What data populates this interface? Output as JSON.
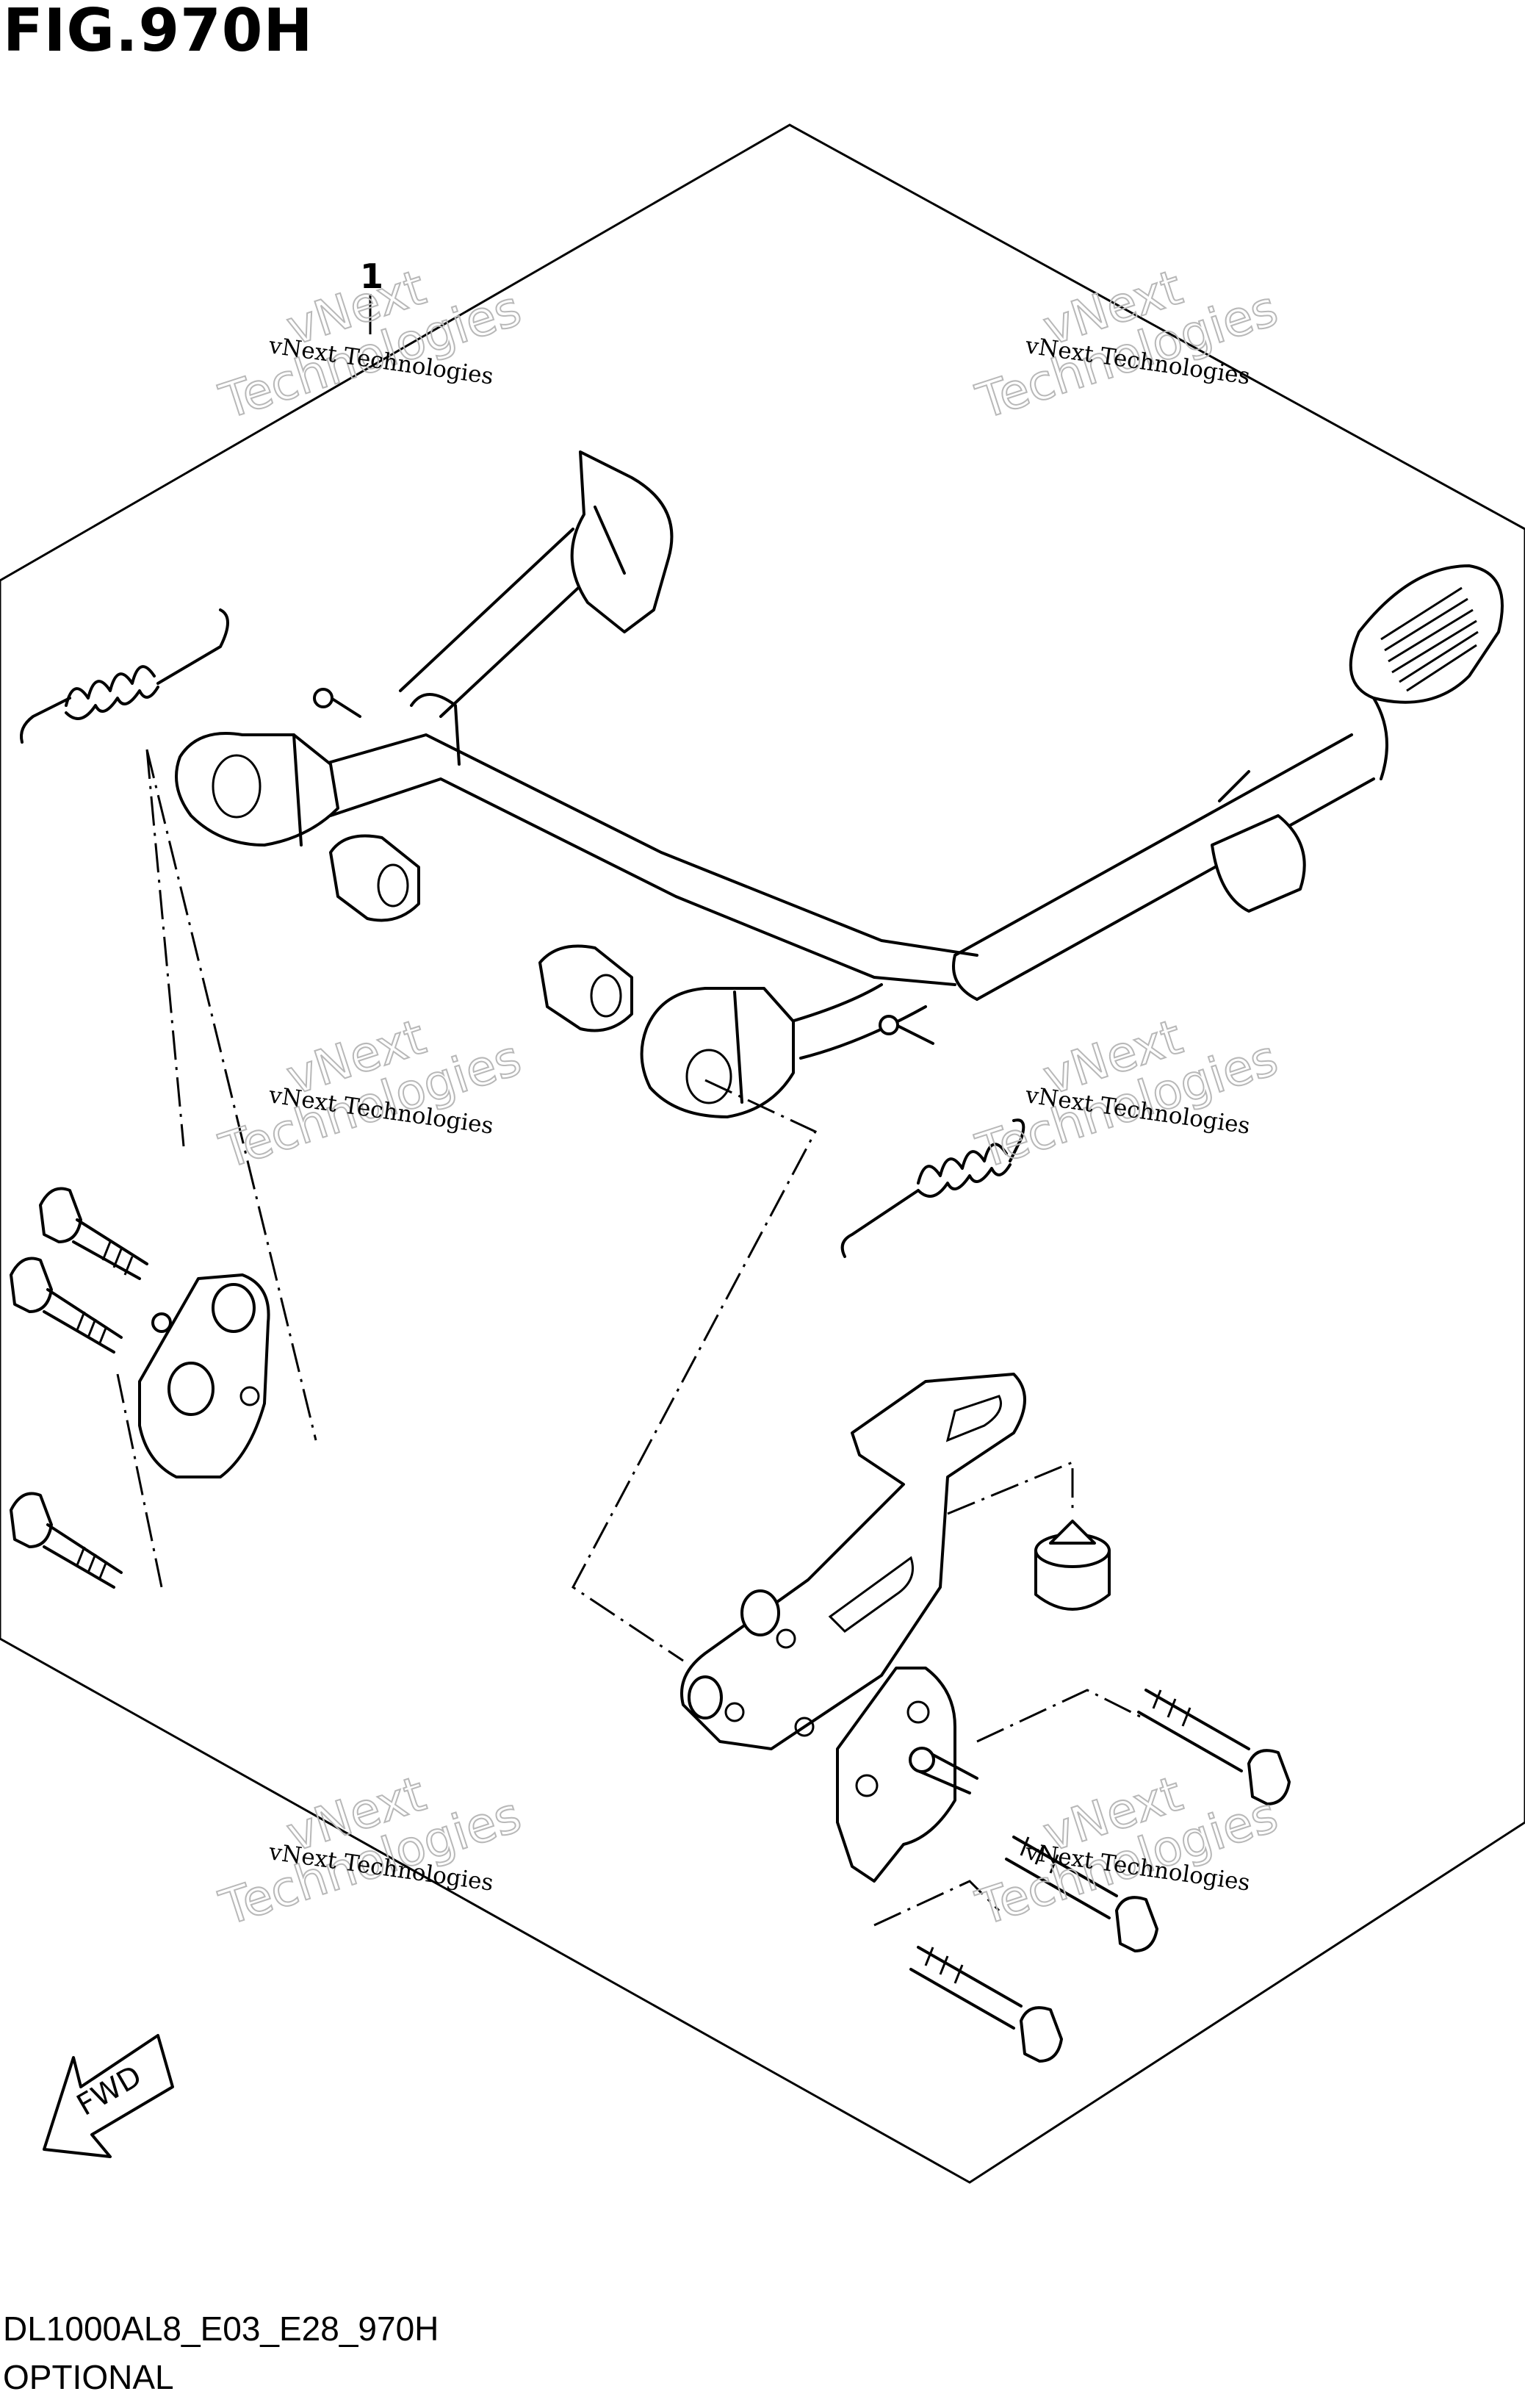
{
  "figure": {
    "title": "FIG.970H",
    "model_code": "DL1000AL8_E03_E28_970H",
    "category": "OPTIONAL"
  },
  "part_labels": [
    {
      "id": "1",
      "text": "1"
    }
  ],
  "watermark": {
    "small_text": "vNext Technologies",
    "big_text": "Technologies",
    "big_prefix": "vNext"
  },
  "fwd_label": "FWD",
  "icons": [
    "fwd-arrow-icon"
  ]
}
